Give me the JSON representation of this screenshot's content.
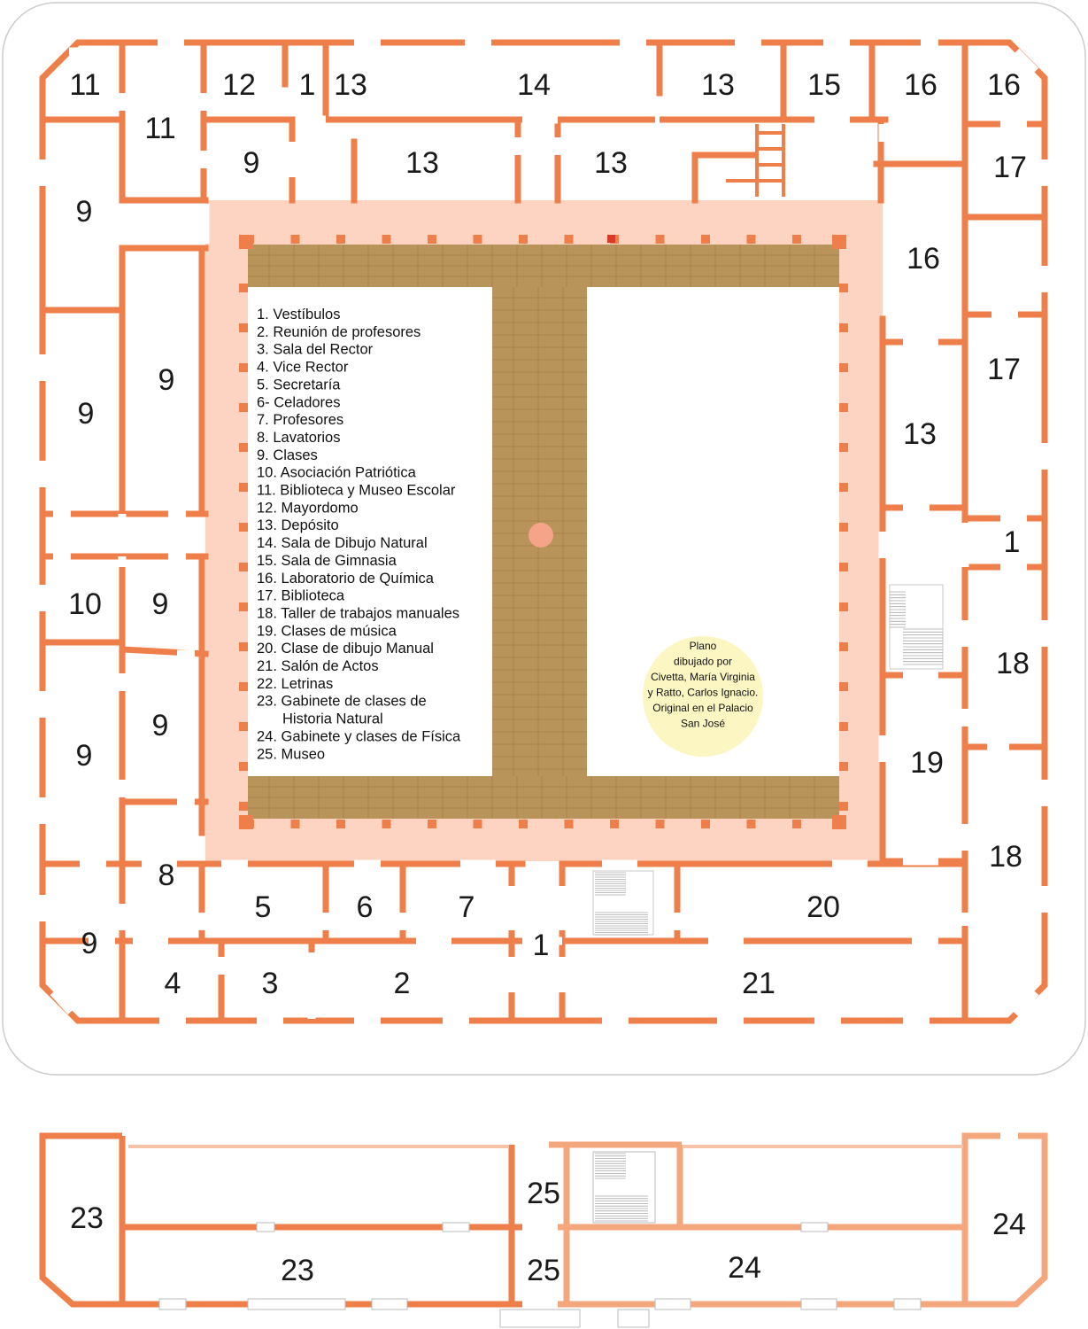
{
  "colors": {
    "wall": "#ee7f4a",
    "wall_light": "#f4a67c",
    "patio": "#fdd3c1",
    "path": "#b8935a",
    "path_line": "#9c7a45",
    "fountain": "#f5a489",
    "credit_bg": "#fbf6c2",
    "frame": "#cccccc"
  },
  "legend": [
    "1. Vestíbulos",
    "2. Reunión de profesores",
    "3. Sala del Rector",
    "4. Vice Rector",
    "5. Secretaría",
    "6- Celadores",
    "7. Profesores",
    "8. Lavatorios",
    "9. Clases",
    "10. Asociación Patriótica",
    "11. Biblioteca y Museo Escolar",
    "12. Mayordomo",
    "13. Depósito",
    "14. Sala de Dibujo Natural",
    "15. Sala de Gimnasia",
    "16. Laboratorio de Química",
    "17. Biblioteca",
    "18. Taller de trabajos manuales",
    "19. Clases de música",
    "20. Clase de dibujo Manual",
    "21. Salón de Actos",
    "22. Letrinas",
    "23. Gabinete de clases de",
    "Historia Natural",
    "24. Gabinete y clases de Física",
    "25. Museo"
  ],
  "credit": [
    "Plano",
    "dibujado por",
    "Civetta, María Virginia",
    "y Ratto, Carlos Ignacio.",
    "Original en el Palacio",
    "San José"
  ],
  "rooms_main": [
    "11",
    "12",
    "1",
    "13",
    "14",
    "13",
    "15",
    "16",
    "16",
    "11",
    "9",
    "13",
    "13",
    "17",
    "9",
    "16",
    "9",
    "9",
    "17",
    "13",
    "1",
    "10",
    "9",
    "18",
    "9",
    "9",
    "19",
    "8",
    "18",
    "5",
    "6",
    "7",
    "20",
    "9",
    "1",
    "4",
    "3",
    "2",
    "21"
  ],
  "rooms_annex": [
    "23",
    "25",
    "24",
    "23",
    "25",
    "24"
  ]
}
